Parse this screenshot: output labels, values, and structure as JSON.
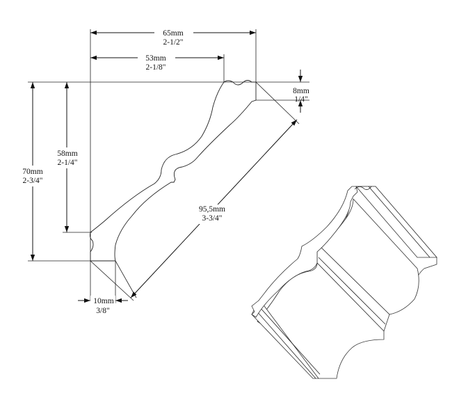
{
  "diagram": {
    "dimensions": [
      {
        "id": "width-65",
        "metric": "65mm",
        "imperial": "2-1/2\""
      },
      {
        "id": "width-53",
        "metric": "53mm",
        "imperial": "2-1/8\""
      },
      {
        "id": "lip-8",
        "metric": "8mm",
        "imperial": "1/4\""
      },
      {
        "id": "height-58",
        "metric": "58mm",
        "imperial": "2-1/4\""
      },
      {
        "id": "height-70",
        "metric": "70mm",
        "imperial": "2-3/4\""
      },
      {
        "id": "diagonal-95",
        "metric": "95,5mm",
        "imperial": "3-3/4\""
      },
      {
        "id": "thickness-10",
        "metric": "10mm",
        "imperial": "3/8\""
      }
    ]
  },
  "colors": {
    "line": "#222222",
    "background": "#ffffff"
  }
}
